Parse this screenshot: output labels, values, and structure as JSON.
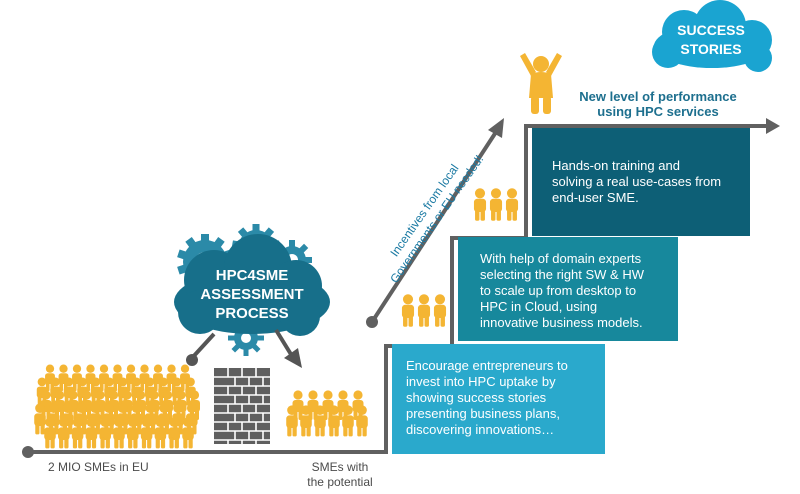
{
  "process_cloud": {
    "text": "HPC4SME\nASSESSMENT\nPROCESS"
  },
  "success_cloud": {
    "text": "SUCCESS\nSTORIES"
  },
  "labels": {
    "smes_in_eu": "2 MIO SMEs in EU",
    "smes_with_potential": "SMEs with\nthe potential",
    "new_level": "New level of performance\nusing HPC services",
    "incentives": "Incentives from local\nGovernments or EU needed!"
  },
  "steps": [
    {
      "text": "Encourage entrepreneurs to\ninvest into HPC uptake by\nshowing success stories\npresenting business plans,\ndiscovering innovations…"
    },
    {
      "text": "With help of domain experts\nselecting the right SW & HW\nto scale up from desktop to\nHPC in Cloud, using\ninnovative business models."
    },
    {
      "text": "Hands-on training and\nsolving a real use-cases from\nend-user SME."
    }
  ],
  "colors": {
    "crowd": "#f4b533",
    "step1": "#2aa9cc",
    "step2": "#17889c",
    "step3": "#0d5f76",
    "cloud": "#2b8aa8",
    "line": "#606060",
    "wall": "#5f5f5f"
  }
}
